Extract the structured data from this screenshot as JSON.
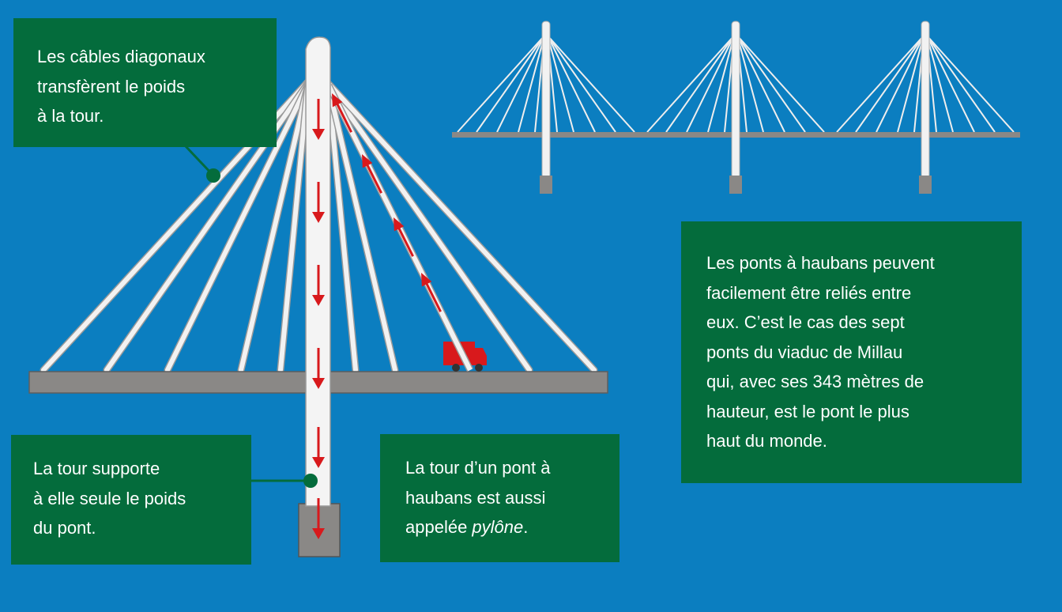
{
  "colors": {
    "background": "#0b7ec0",
    "box": "#046c3c",
    "arrow": "#d8191c",
    "cable": "#f2f2f2",
    "deck": "#8a8886"
  },
  "callouts": {
    "cables": [
      "Les câbles diagonaux",
      "transfèrent le poids",
      "à la tour."
    ],
    "tower_support": [
      "La tour supporte",
      "à elle seule le poids",
      "du pont."
    ],
    "pylon": {
      "line1": "La tour d’un pont à",
      "line2": "haubans est aussi",
      "line3_before": "appelée ",
      "line3_italic": "pylône",
      "line3_after": "."
    },
    "millau": [
      "Les ponts à haubans peuvent",
      "facilement être reliés entre",
      "eux. C’est le cas des sept",
      "ponts du viaduc de Millau",
      "qui, avec ses 343 mètres de",
      "hauteur, est le pont le plus",
      "haut du monde."
    ]
  }
}
